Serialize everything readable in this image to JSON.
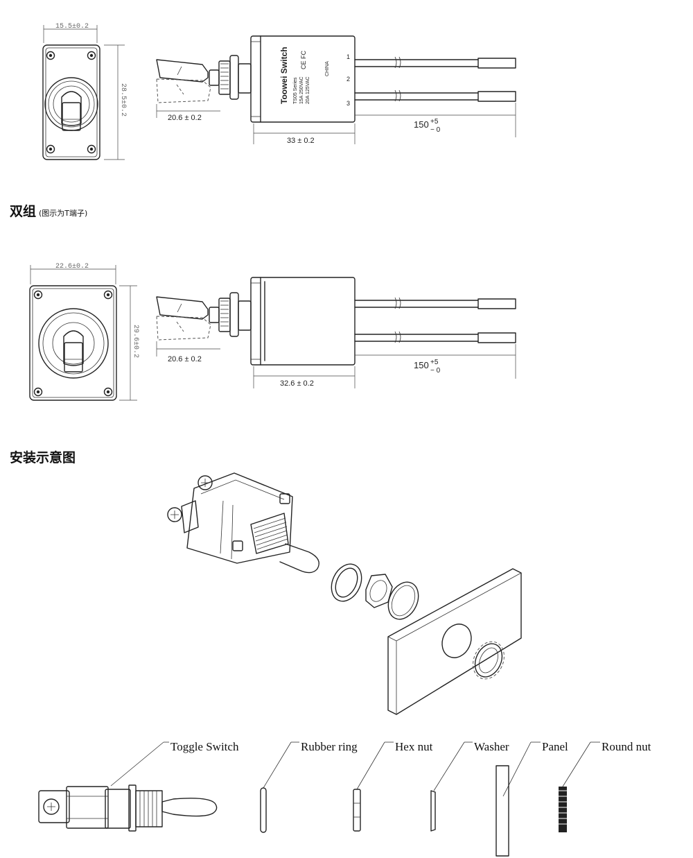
{
  "section_double": {
    "title": "双组",
    "note": "(图示为T端子)"
  },
  "section_install": {
    "title": "安装示意图"
  },
  "single": {
    "width_dim": "15.5±0.2",
    "height_dim": "28.5±0.2",
    "lever_dim": "20.6 ± 0.2",
    "body_dim": "33 ± 0.2",
    "lead_dim": "150",
    "lead_tol_plus": "+5",
    "lead_tol_minus": "− 0",
    "brand": "Toowei Switch",
    "series": "TS05 Series",
    "rating1": "15A 250VAC",
    "rating2": "20A 125VAC",
    "marks": "CE FC",
    "origin": "CHINA",
    "terminals": [
      "1",
      "2",
      "3"
    ]
  },
  "double": {
    "width_dim": "22.6±0.2",
    "height_dim": "29.6±0.2",
    "lever_dim": "20.6 ± 0.2",
    "body_dim": "32.6 ± 0.2",
    "lead_dim": "150",
    "lead_tol_plus": "+5",
    "lead_tol_minus": "− 0"
  },
  "parts": {
    "toggle_switch": "Toggle Switch",
    "rubber_ring": "Rubber ring",
    "hex_nut": "Hex nut",
    "washer": "Washer",
    "panel": "Panel",
    "round_nut": "Round nut"
  }
}
